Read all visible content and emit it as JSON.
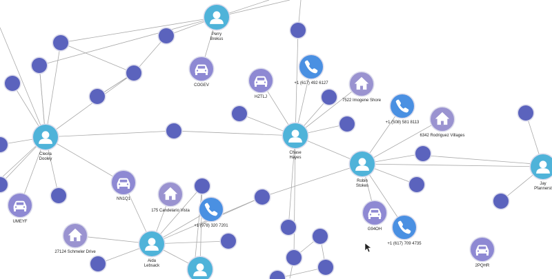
{
  "colors": {
    "person": "#4fb3d9",
    "phone": "#4a90e2",
    "vehicle": "#8e89d3",
    "address": "#9a93d0",
    "id": "#5b63bd",
    "ring": "#dcdcec",
    "edge": "#a8a8a8"
  },
  "icons": {
    "person": "person-icon",
    "phone": "phone-icon",
    "vehicle": "car-icon",
    "address": "house-icon"
  },
  "nodes": [
    {
      "id": "perry",
      "type": "person",
      "label": [
        "Perry",
        "Brekus"
      ]
    },
    {
      "id": "cleora",
      "type": "person",
      "label": [
        "Cleora",
        "Dooley"
      ]
    },
    {
      "id": "chase",
      "type": "person",
      "label": [
        "Chase",
        "Hayes"
      ]
    },
    {
      "id": "robin",
      "type": "person",
      "label": [
        "Robin",
        "Stokes"
      ]
    },
    {
      "id": "jay",
      "type": "person",
      "label": [
        "Jay",
        "Pfannerst"
      ]
    },
    {
      "id": "aida",
      "type": "person",
      "label": [
        "Aida",
        "Lebsack"
      ]
    },
    {
      "id": "person_b",
      "type": "person",
      "label": []
    },
    {
      "id": "phone1",
      "type": "phone",
      "label": [
        "+1 (617) 492 6127"
      ]
    },
    {
      "id": "phone2",
      "type": "phone",
      "label": [
        "+1 (508) 581 8113"
      ]
    },
    {
      "id": "phone3",
      "type": "phone",
      "label": [
        "+1 (978) 320 7201"
      ]
    },
    {
      "id": "phone4",
      "type": "phone",
      "label": [
        "+1 (617) 709 4735"
      ]
    },
    {
      "id": "car_cogev",
      "type": "vehicle",
      "label": [
        "COGEV"
      ]
    },
    {
      "id": "car_hztlj",
      "type": "vehicle",
      "label": [
        "HZTLJ"
      ]
    },
    {
      "id": "car_nn1q1",
      "type": "vehicle",
      "label": [
        "NN1Q1"
      ]
    },
    {
      "id": "car_umeyf",
      "type": "vehicle",
      "label": [
        "UMEYF"
      ]
    },
    {
      "id": "car_g94oh",
      "type": "vehicle",
      "label": [
        "G94OH"
      ]
    },
    {
      "id": "car_2pqhr",
      "type": "vehicle",
      "label": [
        "2PQHR"
      ]
    },
    {
      "id": "addr_imogene",
      "type": "address",
      "label": [
        "7522 Imogene Shore"
      ]
    },
    {
      "id": "addr_rodriguez",
      "type": "address",
      "label": [
        "6342 Rodriguez Villages"
      ]
    },
    {
      "id": "addr_candelario",
      "type": "address",
      "label": [
        "175 Candelario Vista"
      ]
    },
    {
      "id": "addr_schmeler",
      "type": "address",
      "label": [
        "27124 Schmeler Drive"
      ]
    },
    {
      "id": "id01",
      "type": "id",
      "label": []
    },
    {
      "id": "id02",
      "type": "id",
      "label": []
    },
    {
      "id": "id03",
      "type": "id",
      "label": []
    },
    {
      "id": "id04",
      "type": "id",
      "label": []
    },
    {
      "id": "id05",
      "type": "id",
      "label": []
    },
    {
      "id": "id06",
      "type": "id",
      "label": []
    },
    {
      "id": "id07",
      "type": "id",
      "label": []
    },
    {
      "id": "id08",
      "type": "id",
      "label": []
    },
    {
      "id": "id09",
      "type": "id",
      "label": []
    },
    {
      "id": "id10",
      "type": "id",
      "label": []
    },
    {
      "id": "id11",
      "type": "id",
      "label": []
    },
    {
      "id": "id12",
      "type": "id",
      "label": []
    },
    {
      "id": "id13",
      "type": "id",
      "label": []
    },
    {
      "id": "id14",
      "type": "id",
      "label": []
    },
    {
      "id": "id15",
      "type": "id",
      "label": []
    },
    {
      "id": "id16",
      "type": "id",
      "label": []
    },
    {
      "id": "id17",
      "type": "id",
      "label": []
    },
    {
      "id": "id18",
      "type": "id",
      "label": []
    },
    {
      "id": "id19",
      "type": "id",
      "label": []
    },
    {
      "id": "id20",
      "type": "id",
      "label": []
    },
    {
      "id": "id21",
      "type": "id",
      "label": []
    },
    {
      "id": "id22",
      "type": "id",
      "label": []
    },
    {
      "id": "id23",
      "type": "id",
      "label": []
    },
    {
      "id": "id24",
      "type": "id",
      "label": []
    },
    {
      "id": "id25",
      "type": "id",
      "label": []
    },
    {
      "id": "id26",
      "type": "id",
      "label": []
    },
    {
      "id": "id27",
      "type": "id",
      "label": []
    },
    {
      "id": "id28",
      "type": "id",
      "label": []
    },
    {
      "id": "id29",
      "type": "id",
      "label": []
    },
    {
      "id": "id30",
      "type": "id",
      "label": []
    },
    {
      "id": "id31",
      "type": "id",
      "label": []
    },
    {
      "id": "id32",
      "type": "id",
      "label": []
    }
  ],
  "edges": [
    [
      "perry",
      "id01"
    ],
    [
      "perry",
      "id02"
    ],
    [
      "perry",
      "car_cogev"
    ],
    [
      "perry",
      "id05"
    ],
    [
      "id01",
      "id03"
    ],
    [
      "id03",
      "id04"
    ],
    [
      "cleora",
      "id05"
    ],
    [
      "cleora",
      "id06"
    ],
    [
      "cleora",
      "id07"
    ],
    [
      "cleora",
      "id08"
    ],
    [
      "cleora",
      "id09"
    ],
    [
      "cleora",
      "id10"
    ],
    [
      "cleora",
      "car_umeyf"
    ],
    [
      "cleora",
      "id11"
    ],
    [
      "cleora",
      "id12"
    ],
    [
      "cleora",
      "id13"
    ],
    [
      "id07",
      "id03"
    ],
    [
      "id08",
      "id04"
    ],
    [
      "id10",
      "id14"
    ],
    [
      "cleora",
      "car_nn1q1"
    ],
    [
      "id12",
      "chase"
    ],
    [
      "chase",
      "car_hztlj"
    ],
    [
      "chase",
      "phone1"
    ],
    [
      "chase",
      "id15"
    ],
    [
      "chase",
      "id16"
    ],
    [
      "chase",
      "addr_imogene"
    ],
    [
      "chase",
      "id17"
    ],
    [
      "chase",
      "id18"
    ],
    [
      "chase",
      "robin"
    ],
    [
      "chase",
      "id19"
    ],
    [
      "chase",
      "id20"
    ],
    [
      "robin",
      "phone2"
    ],
    [
      "robin",
      "addr_rodriguez"
    ],
    [
      "robin",
      "id21"
    ],
    [
      "robin",
      "id22"
    ],
    [
      "robin",
      "car_g94oh"
    ],
    [
      "robin",
      "phone4"
    ],
    [
      "robin",
      "id23"
    ],
    [
      "robin",
      "jay"
    ],
    [
      "jay",
      "id24"
    ],
    [
      "jay",
      "id25"
    ],
    [
      "aida",
      "addr_schmeler"
    ],
    [
      "aida",
      "car_nn1q1"
    ],
    [
      "aida",
      "addr_candelario"
    ],
    [
      "aida",
      "phone3"
    ],
    [
      "aida",
      "id26"
    ],
    [
      "aida",
      "id27"
    ],
    [
      "aida",
      "id28"
    ],
    [
      "aida",
      "person_b"
    ],
    [
      "aida",
      "id29"
    ],
    [
      "id26",
      "id23"
    ],
    [
      "id20",
      "id30"
    ],
    [
      "id30",
      "id31"
    ],
    [
      "id31",
      "id32"
    ],
    [
      "person_b",
      "id29"
    ]
  ],
  "cursor": {
    "name": "mouse-pointer-icon"
  }
}
